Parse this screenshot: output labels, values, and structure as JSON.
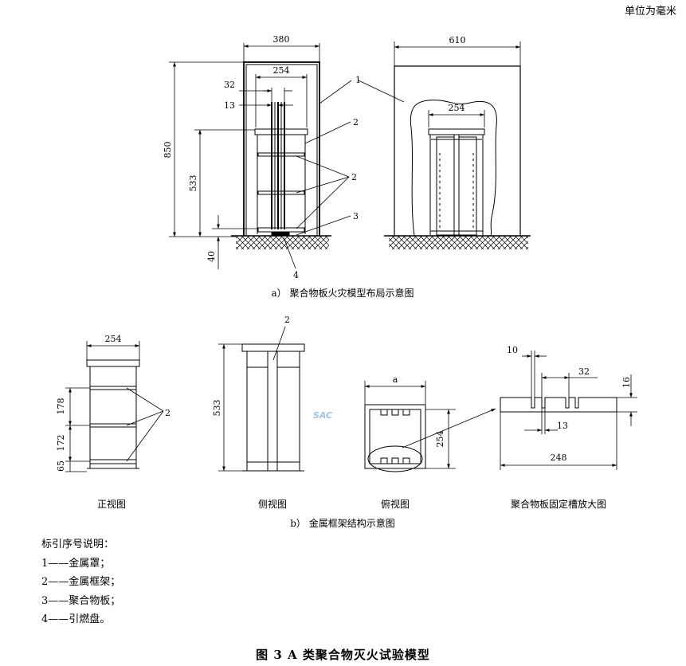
{
  "unit_note": "单位为毫米",
  "part_a": {
    "caption": "a）  聚合物板火灾模型布局示意图",
    "dims": {
      "w380": "380",
      "w254": "254",
      "w32": "32",
      "w13": "13",
      "h850": "850",
      "h533": "533",
      "h40": "40",
      "w610": "610",
      "w254b": "254"
    },
    "callouts": {
      "c1": "1",
      "c2a": "2",
      "c2b": "2",
      "c3": "3",
      "c4": "4"
    }
  },
  "part_b": {
    "caption": "b）  金属框架结构示意图",
    "views": {
      "front": {
        "label": "正视图",
        "w254": "254",
        "h178": "178",
        "h172": "172",
        "h65": "65",
        "callout": "2"
      },
      "side": {
        "label": "侧视图",
        "h533": "533",
        "callout": "2"
      },
      "top": {
        "label": "俯视图",
        "wa": "a",
        "h254": "254"
      },
      "detail": {
        "label": "聚合物板固定槽放大图",
        "w10": "10",
        "w32": "32",
        "h16": "16",
        "w13": "13",
        "w248": "248"
      }
    },
    "watermark": "SAC"
  },
  "legend": {
    "title": "标引序号说明：",
    "items": [
      "1——金属罩；",
      "2——金属框架；",
      "3——聚合物板；",
      "4——引燃盘。"
    ]
  },
  "figure_title": "图 3   A 类聚合物灭火试验模型"
}
